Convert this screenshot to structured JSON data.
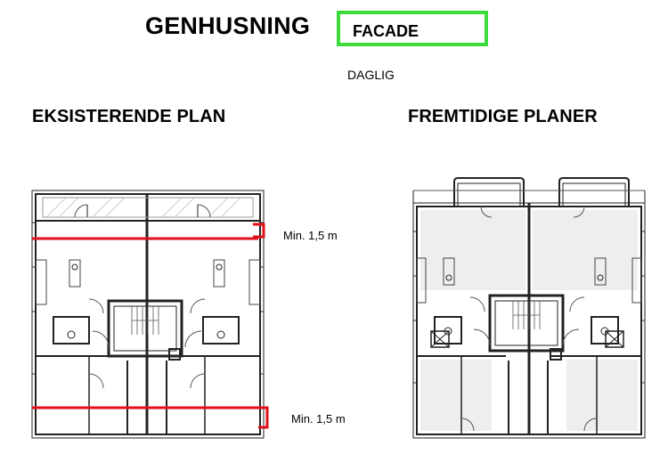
{
  "header": {
    "title": "GENHUSNING",
    "option_selected": "FACADE",
    "subtitle": "DAGLIG"
  },
  "plans": {
    "existing": {
      "heading": "EKSISTERENDE PLAN"
    },
    "future": {
      "heading": "FREMTIDIGE PLANER"
    }
  },
  "dimensions": {
    "top_label": "Min. 1,5 m",
    "bottom_label": "Min. 1,5 m"
  },
  "colors": {
    "highlight_box": "#3ddc3d",
    "dimension_line": "#e0101a"
  }
}
